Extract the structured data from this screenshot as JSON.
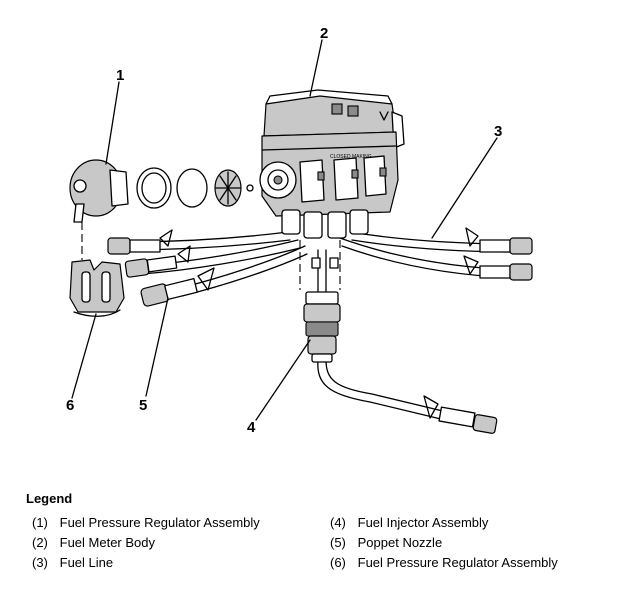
{
  "callouts": {
    "c1": "1",
    "c2": "2",
    "c3": "3",
    "c4": "4",
    "c5": "5",
    "c6": "6"
  },
  "legend": {
    "title": "Legend",
    "items": [
      {
        "num": "(1)",
        "label": "Fuel Pressure Regulator Assembly"
      },
      {
        "num": "(2)",
        "label": "Fuel Meter Body"
      },
      {
        "num": "(3)",
        "label": "Fuel Line"
      },
      {
        "num": "(4)",
        "label": "Fuel Injector Assembly"
      },
      {
        "num": "(5)",
        "label": "Poppet Nozzle"
      },
      {
        "num": "(6)",
        "label": "Fuel Pressure Regulator Assembly"
      }
    ]
  },
  "colors": {
    "ink": "#000000",
    "shade": "#c8c8c8",
    "background": "#ffffff"
  }
}
